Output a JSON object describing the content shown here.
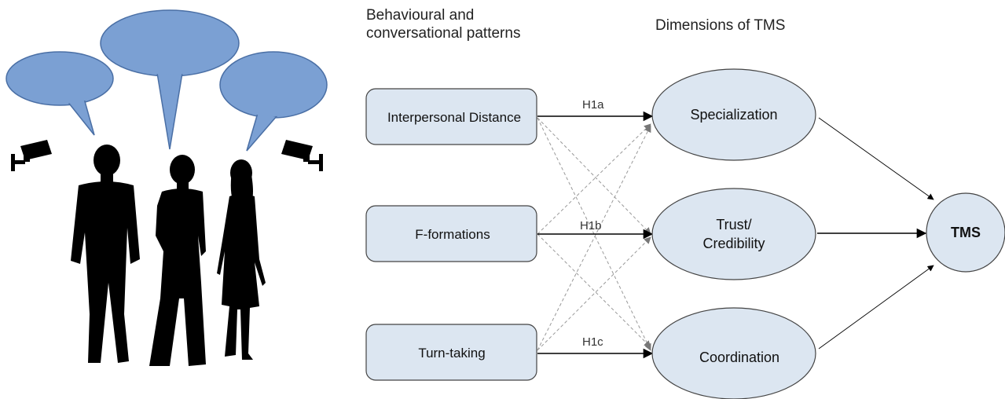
{
  "headers": {
    "patterns": "Behavioural and conversational patterns",
    "dimensions": "Dimensions of TMS"
  },
  "patterns": [
    {
      "label": "Interpersonal Distance"
    },
    {
      "label": "F-formations"
    },
    {
      "label": "Turn-taking"
    }
  ],
  "dimensions": [
    {
      "label_lines": [
        "Specialization"
      ]
    },
    {
      "label_lines": [
        "Trust/",
        "Credibility"
      ]
    },
    {
      "label_lines": [
        "Coordination"
      ]
    }
  ],
  "outcome": {
    "label": "TMS"
  },
  "hypotheses": [
    "H1a",
    "H1b",
    "H1c"
  ],
  "colors": {
    "box_fill": "#dce6f1",
    "ellipse_fill": "#dce6f1",
    "node_stroke": "#444444",
    "bubble_fill": "#7ba0d3",
    "bubble_stroke": "#4a6fa5",
    "silhouette": "#000000"
  },
  "icons": [
    "speech-bubble-icon",
    "cctv-camera-icon",
    "people-silhouette-icon"
  ]
}
